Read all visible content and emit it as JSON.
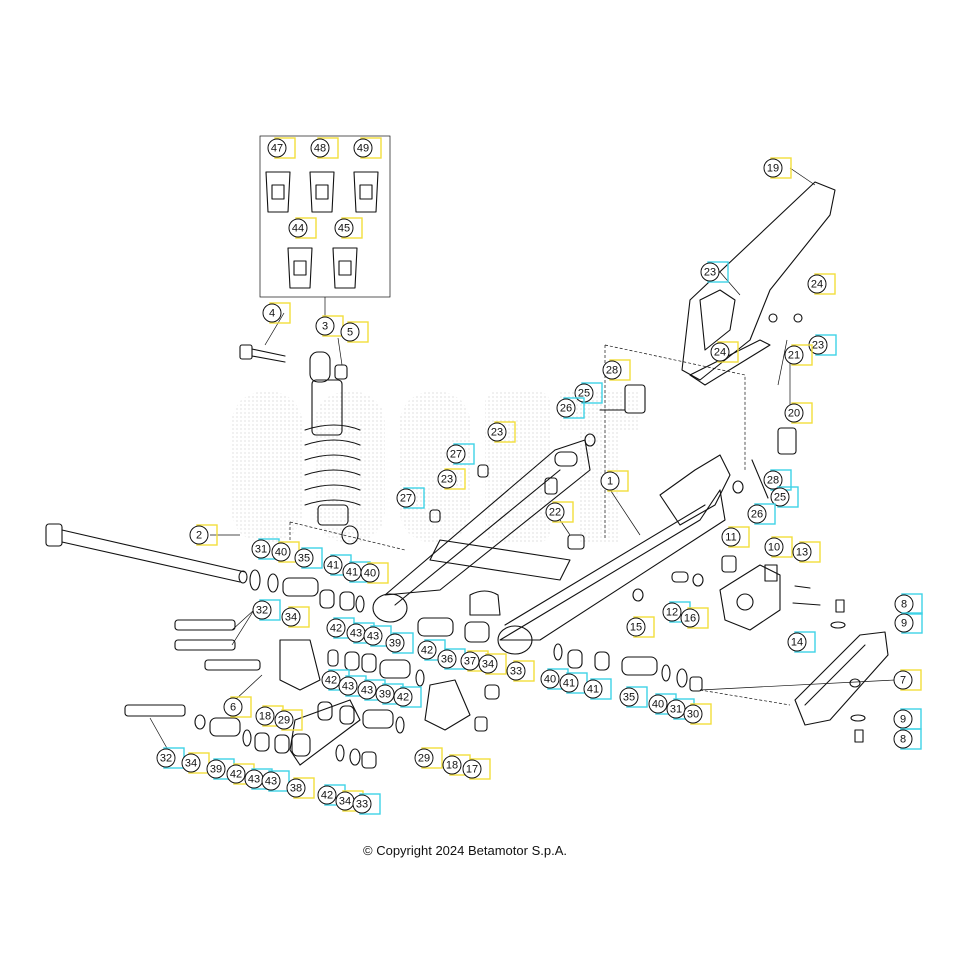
{
  "copyright": "© Copyright 2024 Betamotor S.p.A.",
  "colors": {
    "blue": "#3fd3e6",
    "yellow": "#f2de3c",
    "line": "#111111"
  },
  "callouts": [
    {
      "label": "47",
      "style": "yellow"
    },
    {
      "label": "48",
      "style": "yellow"
    },
    {
      "label": "49",
      "style": "yellow"
    },
    {
      "label": "44",
      "style": "yellow"
    },
    {
      "label": "45",
      "style": "yellow"
    },
    {
      "label": "4",
      "style": "yellow"
    },
    {
      "label": "3",
      "style": "yellow"
    },
    {
      "label": "5",
      "style": "yellow"
    },
    {
      "label": "19",
      "style": "yellow"
    },
    {
      "label": "23",
      "style": "blue"
    },
    {
      "label": "24",
      "style": "yellow"
    },
    {
      "label": "24",
      "style": "yellow"
    },
    {
      "label": "23",
      "style": "blue"
    },
    {
      "label": "21",
      "style": "yellow"
    },
    {
      "label": "20",
      "style": "yellow"
    },
    {
      "label": "28",
      "style": "yellow"
    },
    {
      "label": "25",
      "style": "blue"
    },
    {
      "label": "26",
      "style": "blue"
    },
    {
      "label": "23",
      "style": "yellow"
    },
    {
      "label": "27",
      "style": "blue"
    },
    {
      "label": "23",
      "style": "yellow"
    },
    {
      "label": "27",
      "style": "blue"
    },
    {
      "label": "28",
      "style": "blue"
    },
    {
      "label": "25",
      "style": "blue"
    },
    {
      "label": "26",
      "style": "blue"
    },
    {
      "label": "1",
      "style": "yellow"
    },
    {
      "label": "22",
      "style": "yellow"
    },
    {
      "label": "2",
      "style": "yellow"
    },
    {
      "label": "31",
      "style": "blue"
    },
    {
      "label": "40",
      "style": "yellow"
    },
    {
      "label": "35",
      "style": "blue"
    },
    {
      "label": "41",
      "style": "blue"
    },
    {
      "label": "41",
      "style": "blue"
    },
    {
      "label": "40",
      "style": "yellow"
    },
    {
      "label": "11",
      "style": "yellow"
    },
    {
      "label": "10",
      "style": "yellow"
    },
    {
      "label": "13",
      "style": "yellow"
    },
    {
      "label": "8",
      "style": "blue"
    },
    {
      "label": "9",
      "style": "blue"
    },
    {
      "label": "14",
      "style": "blue"
    },
    {
      "label": "12",
      "style": "blue"
    },
    {
      "label": "16",
      "style": "yellow"
    },
    {
      "label": "15",
      "style": "yellow"
    },
    {
      "label": "32",
      "style": "blue"
    },
    {
      "label": "34",
      "style": "yellow"
    },
    {
      "label": "42",
      "style": "blue"
    },
    {
      "label": "43",
      "style": "blue"
    },
    {
      "label": "43",
      "style": "blue"
    },
    {
      "label": "39",
      "style": "blue"
    },
    {
      "label": "42",
      "style": "blue"
    },
    {
      "label": "36",
      "style": "blue"
    },
    {
      "label": "37",
      "style": "yellow"
    },
    {
      "label": "34",
      "style": "yellow"
    },
    {
      "label": "33",
      "style": "yellow"
    },
    {
      "label": "40",
      "style": "blue"
    },
    {
      "label": "41",
      "style": "blue"
    },
    {
      "label": "41",
      "style": "blue"
    },
    {
      "label": "35",
      "style": "blue"
    },
    {
      "label": "40",
      "style": "blue"
    },
    {
      "label": "31",
      "style": "blue"
    },
    {
      "label": "30",
      "style": "yellow"
    },
    {
      "label": "7",
      "style": "yellow"
    },
    {
      "label": "9",
      "style": "blue"
    },
    {
      "label": "8",
      "style": "blue"
    },
    {
      "label": "6",
      "style": "yellow"
    },
    {
      "label": "18",
      "style": "yellow"
    },
    {
      "label": "29",
      "style": "yellow"
    },
    {
      "label": "42",
      "style": "blue"
    },
    {
      "label": "43",
      "style": "blue"
    },
    {
      "label": "43",
      "style": "blue"
    },
    {
      "label": "39",
      "style": "blue"
    },
    {
      "label": "42",
      "style": "blue"
    },
    {
      "label": "29",
      "style": "yellow"
    },
    {
      "label": "18",
      "style": "yellow"
    },
    {
      "label": "17",
      "style": "yellow"
    },
    {
      "label": "32",
      "style": "blue"
    },
    {
      "label": "34",
      "style": "yellow"
    },
    {
      "label": "39",
      "style": "blue"
    },
    {
      "label": "42",
      "style": "yellow"
    },
    {
      "label": "43",
      "style": "blue"
    },
    {
      "label": "43",
      "style": "blue"
    },
    {
      "label": "38",
      "style": "yellow"
    },
    {
      "label": "42",
      "style": "blue"
    },
    {
      "label": "34",
      "style": "yellow"
    },
    {
      "label": "33",
      "style": "blue"
    }
  ]
}
